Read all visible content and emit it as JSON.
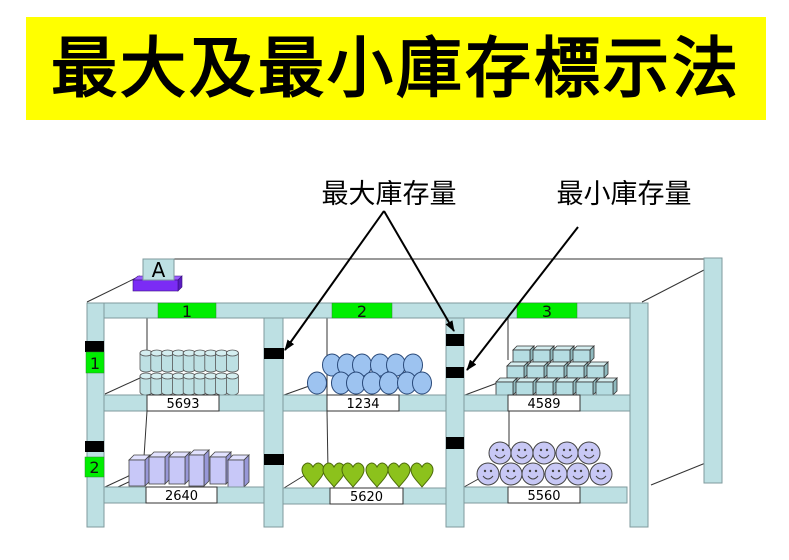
{
  "title": "最大及最小庫存標示法",
  "callouts": {
    "max_label": "最大庫存量",
    "min_label": "最小庫存量"
  },
  "rack": {
    "area_label": "A",
    "column_labels": [
      "1",
      "2",
      "3"
    ],
    "row_labels": [
      "1",
      "2"
    ],
    "cells": [
      {
        "row": "1",
        "column": "1",
        "quantity": "5693",
        "item_type": "cylinder",
        "item_count": 18
      },
      {
        "row": "1",
        "column": "2",
        "quantity": "1234",
        "item_type": "oval",
        "item_count": 13
      },
      {
        "row": "1",
        "column": "3",
        "quantity": "4589",
        "item_type": "cube",
        "item_count": 15
      },
      {
        "row": "2",
        "column": "1",
        "quantity": "2640",
        "item_type": "box",
        "item_count": 6
      },
      {
        "row": "2",
        "column": "2",
        "quantity": "5620",
        "item_type": "heart",
        "item_count": 6
      },
      {
        "row": "2",
        "column": "3",
        "quantity": "5560",
        "item_type": "smiley",
        "item_count": 11
      }
    ]
  },
  "colors": {
    "banner": "#ffff00",
    "label_green": "#00ee00",
    "rack_frame": "#bde0e3",
    "level_marker": "#000000",
    "area_tag_base": "#7b2cf5"
  }
}
